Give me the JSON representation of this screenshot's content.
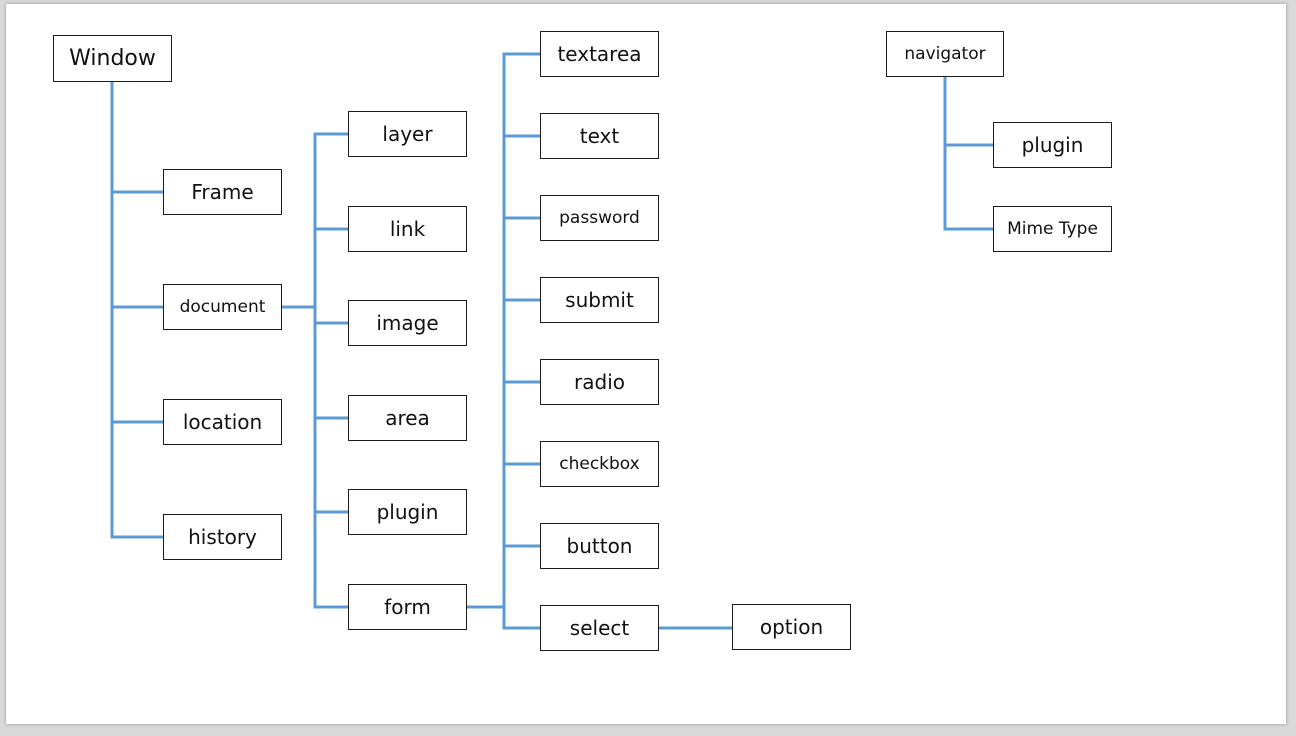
{
  "diagram": {
    "line_color": "#5b9bd5",
    "nodes": {
      "window": "Window",
      "frame": "Frame",
      "document": "document",
      "location": "location",
      "history": "history",
      "layer": "layer",
      "link": "link",
      "image": "image",
      "area": "area",
      "doc_plugin": "plugin",
      "form": "form",
      "textarea": "textarea",
      "text": "text",
      "password": "password",
      "submit": "submit",
      "radio": "radio",
      "checkbox": "checkbox",
      "button": "button",
      "select": "select",
      "option": "option",
      "navigator": "navigator",
      "nav_plugin": "plugin",
      "mime_type": "Mime Type"
    }
  }
}
